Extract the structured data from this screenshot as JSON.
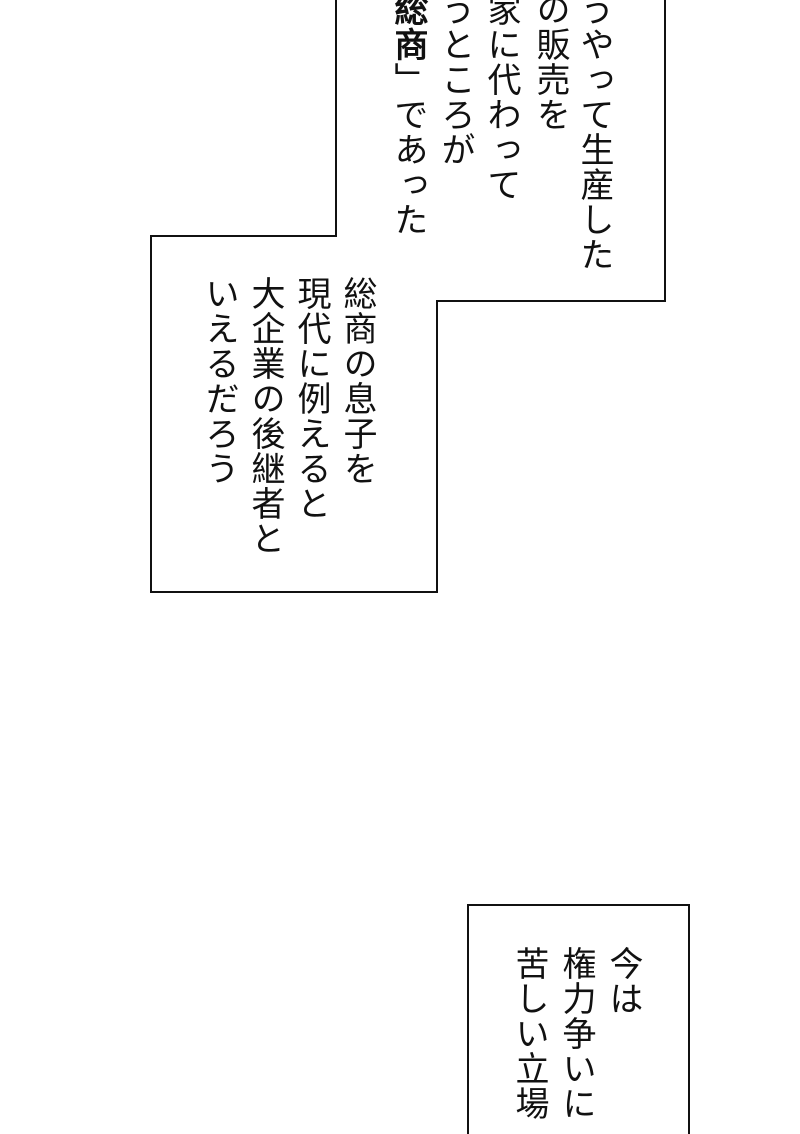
{
  "caption_top": {
    "columns": [
      {
        "text": "うやって生産した"
      },
      {
        "text": "の販売を"
      },
      {
        "text": "家に代わって"
      },
      {
        "text": "うところが"
      },
      {
        "bold": "総商",
        "rest": "」であった"
      }
    ]
  },
  "caption_middle": {
    "columns": [
      {
        "text": "総商の息子を"
      },
      {
        "text": "現代に例えると"
      },
      {
        "text": "大企業の後継者と"
      },
      {
        "text": "いえるだろう"
      }
    ]
  },
  "caption_bottom": {
    "columns": [
      {
        "text": "今は"
      },
      {
        "text": "権力争いに"
      },
      {
        "text": "苦しい立場"
      }
    ]
  },
  "colors": {
    "background": "#ffffff",
    "border": "#111111",
    "text": "#111111"
  }
}
